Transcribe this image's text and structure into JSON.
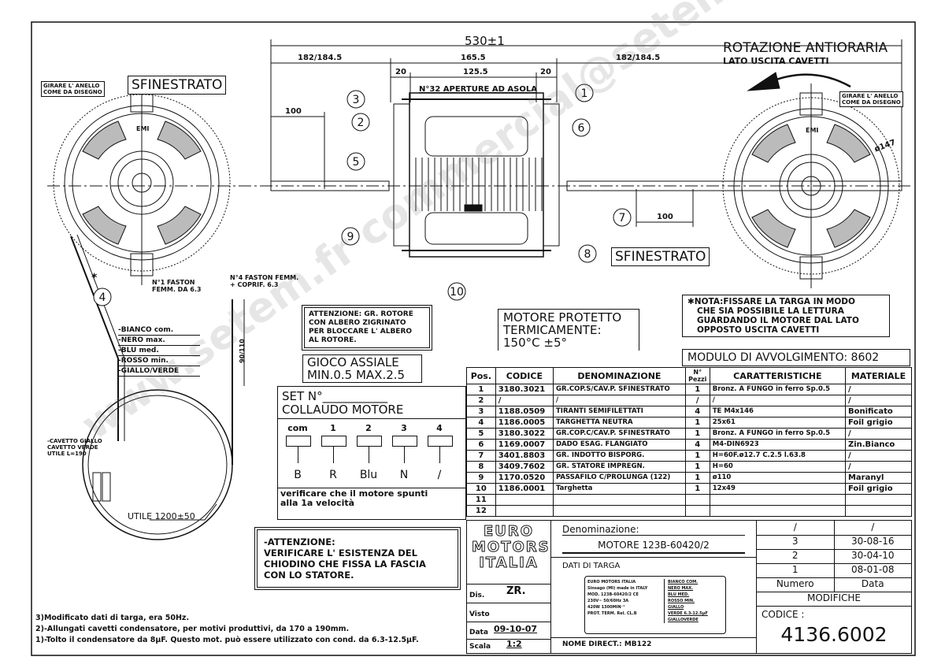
{
  "dimensions": {
    "overall": "530±1",
    "left_shaft": "182/184.5",
    "body": "165.5",
    "right_shaft": "182/184.5",
    "flange_left": "20",
    "inner": "125.5",
    "flange_right": "20",
    "shaft_left_100": "100",
    "shaft_right_100": "100",
    "diameter": "ø147",
    "lead_length": "90/110",
    "utile": "UTILE 1200±50"
  },
  "labels": {
    "sfinestrato_left": "SFINESTRATO",
    "sfinestrato_right": "SFINESTRATO",
    "girare_left": [
      "GIRARE L' ANELLO",
      "COME DA DISEGNO"
    ],
    "girare_right": [
      "GIRARE L' ANELLO",
      "COME DA DISEGNO"
    ],
    "aperture": "N°32 APERTURE AD ASOLA",
    "rotation_title": "ROTAZIONE ANTIORARIA",
    "rotation_sub": "LATO USCITA CAVETTI",
    "emi": "EMI",
    "asterisk": "*",
    "faston1": [
      "N°1 FASTON",
      "FEMM. DA 6.3"
    ],
    "faston4": [
      "N°4 FASTON FEMM.",
      "+ COPRIF. 6.3"
    ],
    "wires": [
      "-BIANCO com.",
      "-NERO max.",
      "-BLU med.",
      "-ROSSO min.",
      "-GIALLO/VERDE"
    ],
    "cavetto": [
      "-CAVETTO GIALLO",
      "CAVETTO VERDE",
      "UTILE L=190"
    ]
  },
  "balloons": [
    "1",
    "2",
    "3",
    "4",
    "5",
    "6",
    "7",
    "8",
    "9",
    "10"
  ],
  "attenzione_rotore": [
    "ATTENZIONE: GR. ROTORE",
    "CON ALBERO ZIGRINATO",
    "PER BLOCCARE L' ALBERO",
    "AL ROTORE."
  ],
  "gioco": [
    "GIOCO ASSIALE",
    "MIN.0.5  MAX.2.5"
  ],
  "motore_protetto": [
    "MOTORE PROTETTO",
    "TERMICAMENTE:",
    "150°C  ±5°"
  ],
  "nota": [
    "✱NOTA:FISSARE LA TARGA IN MODO",
    "CHE SIA  POSSIBILE LA LETTURA",
    "GUARDANDO IL MOTORE DAL LATO",
    "OPPOSTO USCITA CAVETTI"
  ],
  "modulo": "MODULO DI AVVOLGIMENTO: 8602",
  "collaudo": {
    "set": "SET N°___________",
    "title": "COLLAUDO MOTORE",
    "terminals": [
      "com",
      "1",
      "2",
      "3",
      "4"
    ],
    "wires": [
      "B",
      "R",
      "Blu",
      "N",
      "/"
    ],
    "note": [
      "verificare che il motore spunti",
      "alla 1a velocità"
    ]
  },
  "attenzione": [
    "-ATTENZIONE:",
    "VERIFICARE L' ESISTENZA DEL",
    "CHIODINO CHE FISSA LA FASCIA",
    "CON LO STATORE."
  ],
  "notes": [
    "3)Modificato dati di targa, era 50Hz.",
    "2)-Allungati cavetti condensatore, per motivi produttivi, da 170 a 190mm.",
    "1)-Tolto il condensatore da 8µF. Questo mot. può essere utilizzato con cond. da 6.3-12.5µF."
  ],
  "parts_table": {
    "headers": [
      "Pos.",
      "CODICE",
      "DENOMINAZIONE",
      "N° Pezzi",
      "CARATTERISTICHE",
      "MATERIALE"
    ],
    "rows": [
      [
        "1",
        "3180.3021",
        "GR.COP.S/CAV.P. SFINESTRATO",
        "1",
        "Bronz. A FUNGO in ferro Sp.0.5",
        "/"
      ],
      [
        "2",
        "/",
        "/",
        "/",
        "/",
        "/"
      ],
      [
        "3",
        "1188.0509",
        "TIRANTI SEMIFILETTATI",
        "4",
        "TE M4x146",
        "Bonificato"
      ],
      [
        "4",
        "1186.0005",
        "TARGHETTA NEUTRA",
        "1",
        "25x61",
        "Foil grigio"
      ],
      [
        "5",
        "3180.3022",
        "GR.COP.C/CAV.P. SFINESTRATO",
        "1",
        "Bronz. A FUNGO in ferro Sp.0.5",
        "/"
      ],
      [
        "6",
        "1169.0007",
        "DADO ESAG. FLANGIATO",
        "4",
        "M4-DIN6923",
        "Zin.Bianco"
      ],
      [
        "7",
        "3401.8803",
        "GR. INDOTTO BISPORG.",
        "1",
        "H=60F.ø12.7 C.2.5 l.63.8",
        "/"
      ],
      [
        "8",
        "3409.7602",
        "GR. STATORE IMPREGN.",
        "1",
        "H=60",
        "/"
      ],
      [
        "9",
        "1170.0520",
        "PASSAFILO C/PROLUNGA (122)",
        "1",
        "ø110",
        "Maranyl"
      ],
      [
        "10",
        "1186.0001",
        "Targhetta",
        "1",
        "12x49",
        "Foil grigio"
      ],
      [
        "11",
        "",
        "",
        "",
        "",
        ""
      ],
      [
        "12",
        "",
        "",
        "",
        "",
        ""
      ]
    ]
  },
  "title_block": {
    "logo": [
      "EURO",
      "MOTORS",
      "ITALIA"
    ],
    "dis_label": "Dis.",
    "dis_value": "ZR.",
    "visto_label": "Visto",
    "data_label": "Data",
    "data_value": "09-10-07",
    "scala_label": "Scala",
    "scala_value": "1:2",
    "denominazione_label": "Denominazione:",
    "denominazione_value": "MOTORE 123B-60420/2",
    "dati_targa_label": "DATI DI TARGA",
    "nameplate_left": [
      "EURO MOTORS ITALIA",
      "Sinsago (MI) made in ITALY",
      "MOD. 123B-60420/2 CE",
      "230V~ 50/60Hz 3A",
      "420W       1300MIN⁻¹",
      "PROT. TERM. Rel.    CL.B"
    ],
    "nameplate_right": [
      "BIANCO  COM.",
      "NERO    MAX.",
      "BLU     MED.",
      "ROSSO   MIN.",
      "GIALLO",
      "VERDE  6.3-12.5µF",
      "GIALLOVERDE"
    ],
    "nome_direct": "NOME DIRECT.: MB122",
    "modifiche_rows": [
      [
        "/",
        "/"
      ],
      [
        "3",
        "30-08-16"
      ],
      [
        "2",
        "30-04-10"
      ],
      [
        "1",
        "08-01-08"
      ]
    ],
    "numero_label": "Numero",
    "data_col_label": "Data",
    "modifiche_label": "MODIFICHE",
    "codice_label": "CODICE :",
    "codice_value": "4136.6002"
  },
  "watermark": "www.setem.fr  commercial@setem.fr"
}
